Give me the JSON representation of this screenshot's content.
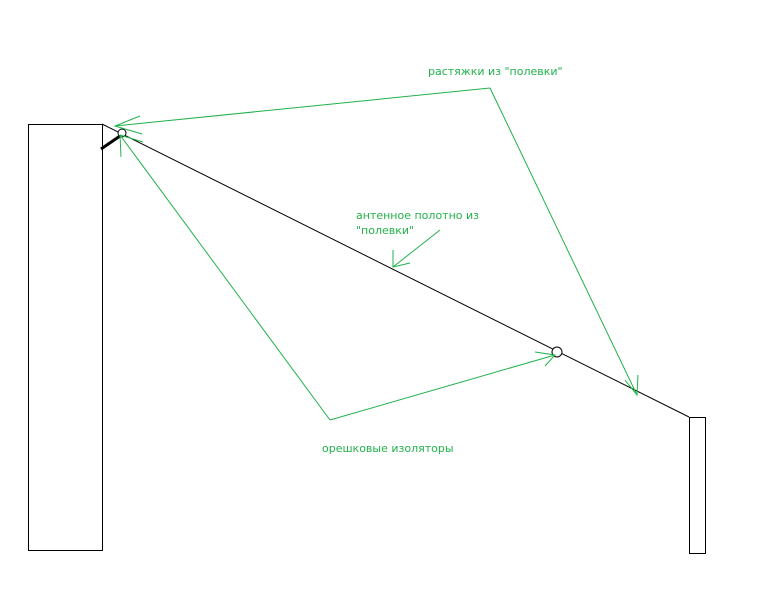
{
  "colors": {
    "annotation": "#22b14c",
    "drawing": "#000000"
  },
  "labels": {
    "guys": "растяжки из \"полевки\"",
    "antenna_line1": "антенное полотно из",
    "antenna_line2": "\"полевки\"",
    "insulators": "орешковые изоляторы"
  }
}
